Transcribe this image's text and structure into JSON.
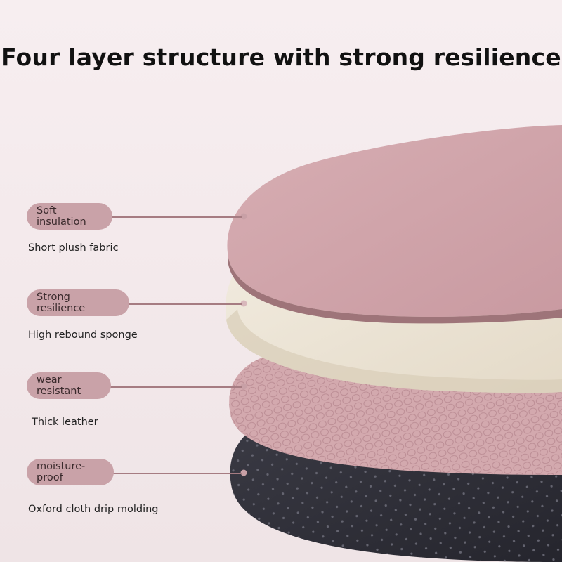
{
  "title": "Four layer structure with strong resilience",
  "layers": [
    {
      "label": "Soft insulation",
      "description": "Short plush fabric",
      "color": "#c9a2a8"
    },
    {
      "label": "Strong resilience",
      "description": "High rebound sponge",
      "color": "#c9a2a8"
    },
    {
      "label": "wear resistant",
      "description": "Thick leather",
      "color": "#c9a2a8"
    },
    {
      "label": "moisture-proof",
      "description": "Oxford cloth drip molding",
      "color": "#c9a2a8"
    }
  ]
}
